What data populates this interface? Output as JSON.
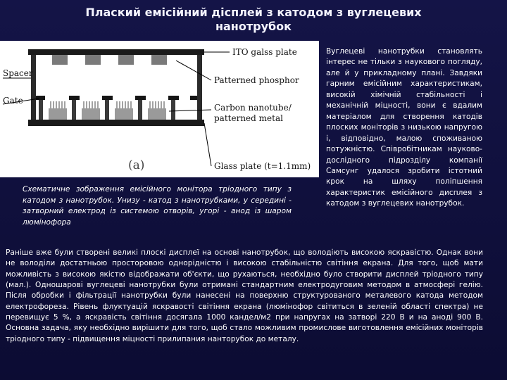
{
  "title": "Плаский емісійний дісплей з катодом з вуглецевих нанотрубок",
  "figure": {
    "labels": {
      "spacer": "Spacer",
      "gate": "Gate",
      "ito": "ITO galss plate",
      "phosphor": "Patterned phosphor",
      "cnt_line1": "Carbon nanotube/",
      "cnt_line2": "patterned metal",
      "panel": "(a)",
      "glass": "Glass plate (t=1.1mm)"
    }
  },
  "caption": "Схематичне зображення емісійного монітора тріодного типу з катодом з нанотрубок. Унизу - катод з нанотрубками, у середині - затворний електрод із системою отворів, угорі - анод із шаром люмінофора",
  "right_text": "Вуглецеві нанотрубки становлять інтерес не тільки з наукового погляду, але й у прикладному плані. Завдяки гарним емісійним характеристикам, високій хімічній стабільності і механічній міцності, вони є вдалим матеріалом для створення катодів плоских моніторів з низькою напругою і, відповідно, малою споживаною потужністю. Співробітникам науково-дослідного підрозділу компанії Самсунг удалося зробити істотний крок на шляху поліпшення характеристик емісійного дисплея з катодом з вуглецевих нанотрубок.",
  "bottom_text": "Раніше вже були створені великі плоскі дисплеї на основі нанотрубок, що володіють високою яскравістю. Однак вони не володіли достатньою просторовою однорідністю і високою стабільністю світіння екрана. Для того, щоб мати можливість з високою якістю відображати об'єкти, що рухаються, необхідно було створити дисплей тріодного типу (мал.). Одношарові вуглецеві нанотрубки були отримані стандартним електродуговим методом в атмосфері гелію. Після обробки і фільтрації нанотрубки були нанесені на поверхню структурованого металевого катода методом електрофореза. Рівень флуктуацій яскравості світіння екрана (люмінофор світиться в зеленій області спектра) не перевищує 5 %, а яскравість світіння досягала 1000 кандел/м2 при напругах на затворі 220 В и на аноді 900 В. Основна задача, яку необхідно вирішити для того, щоб стало можливим промислове виготовлення емісійних моніторів тріодного типу - підвищення міцності прилипания нанторубок до металу."
}
